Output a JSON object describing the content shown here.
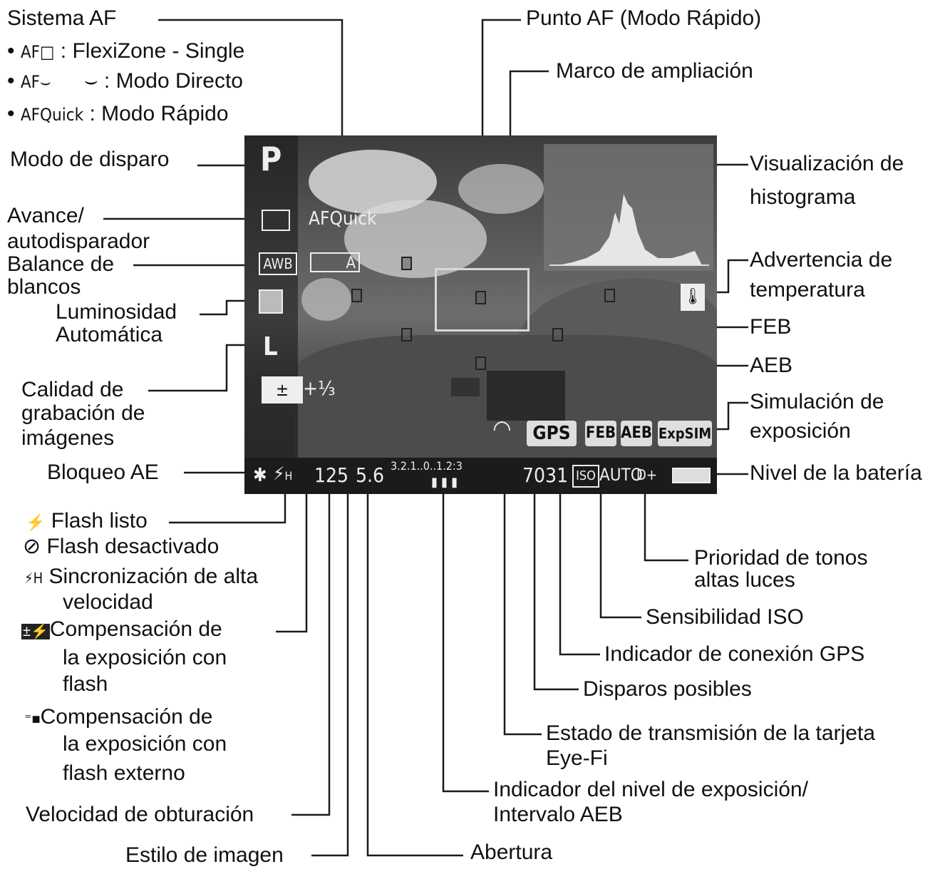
{
  "left_labels": {
    "sistema_af": "Sistema AF",
    "af_flexi_code": "AF□",
    "af_flexi_text": ": FlexiZone - Single",
    "af_face_code": "AF⌣",
    "af_face_text": ": Modo Directo",
    "af_quick_code": "AFQuick",
    "af_quick_text": ": Modo Rápido",
    "modo_disparo": "Modo de disparo",
    "avance_1": "Avance/",
    "avance_2": "autodisparador",
    "balance_1": "Balance de",
    "balance_2": "blancos",
    "lum_1": "Luminosidad",
    "lum_2": "Automática",
    "calidad_1": "Calidad de",
    "calidad_2": "grabación de",
    "calidad_3": "imágenes",
    "bloqueo_ae": "Bloqueo AE",
    "flash_listo": "Flash listo",
    "flash_desact": "Flash desactivado",
    "sync_1": "Sincronización de alta",
    "sync_2": "velocidad",
    "comp_1": "Compensación de",
    "comp_2": "la exposición con",
    "comp_3": "flash",
    "compx_1": "Compensación de",
    "compx_2": "la exposición con",
    "compx_3": "flash externo",
    "velocidad": "Velocidad de obturación",
    "estilo": "Estilo de imagen"
  },
  "right_labels": {
    "punto_af": "Punto AF (Modo Rápido)",
    "marco": "Marco de ampliación",
    "histo_1": "Visualización de",
    "histo_2": "histograma",
    "temp_1": "Advertencia de",
    "temp_2": "temperatura",
    "feb": "FEB",
    "aeb": "AEB",
    "sim_1": "Simulación de",
    "sim_2": "exposición",
    "bateria": "Nivel de la batería",
    "prioridad_1": "Prioridad de tonos",
    "prioridad_2": "altas luces",
    "iso": "Sensibilidad ISO",
    "gps": "Indicador de conexión GPS",
    "disparos": "Disparos posibles",
    "eyefi_1": "Estado de transmisión de la tarjeta",
    "eyefi_2": "Eye-Fi",
    "nivel_1": "Indicador del nivel de exposición/",
    "nivel_2": "Intervalo AEB",
    "abertura": "Abertura"
  },
  "screen": {
    "mode": "P",
    "af_quick": "AFQuick",
    "awb": "AWB",
    "picture_style": "A",
    "quality": "L",
    "flash_comp": "+⅓",
    "ae_lock": "✱",
    "flash_h": "H",
    "shutter": "125",
    "aperture": "5.6",
    "scale": "3.2.1..0..1.2:3",
    "shots": "7031",
    "iso_box": "ISO",
    "iso_val": "AUTO",
    "d_plus": "D+",
    "gps": "GPS",
    "feb": "FEB",
    "aeb": "AEB",
    "expsim": "ExpSIM"
  },
  "icons": {
    "flash_ready": "⚡",
    "flash_off": "⊘",
    "flash_h": "⚡H",
    "flash_comp": "±⚡",
    "ext_flash": "⁼■"
  }
}
